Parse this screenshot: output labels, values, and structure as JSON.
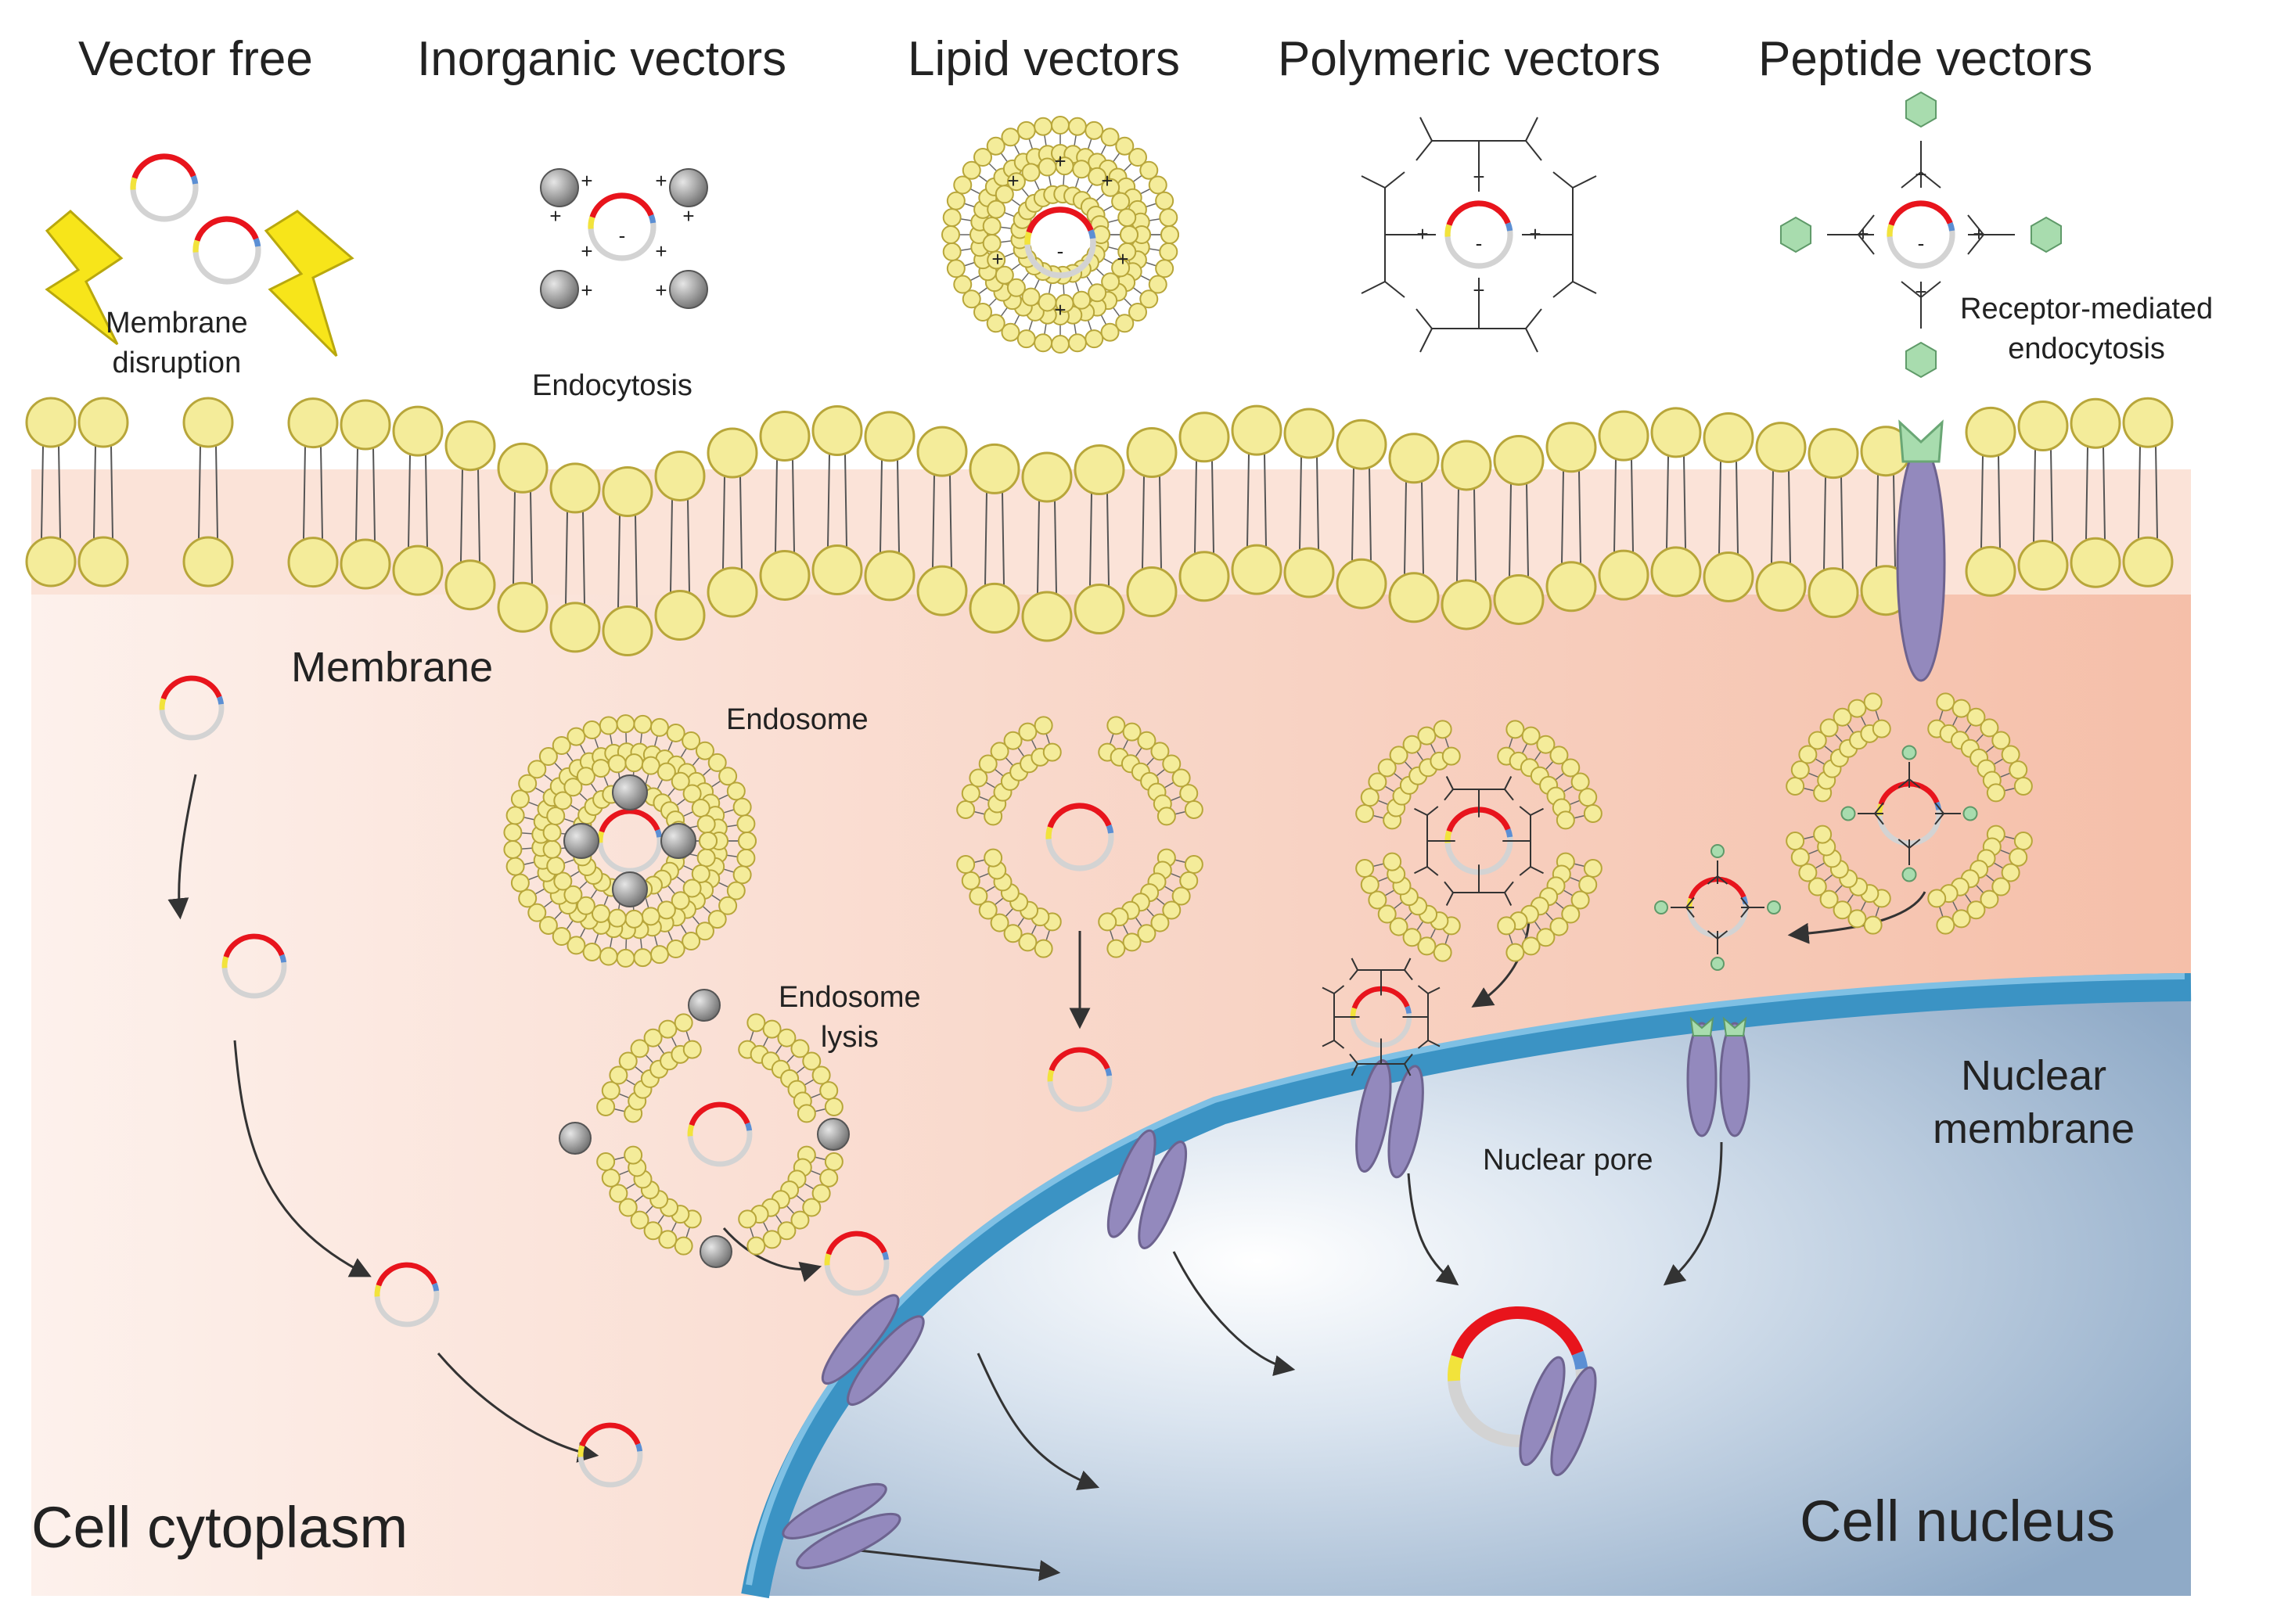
{
  "headers": {
    "vector_free": "Vector free",
    "inorganic": "Inorganic vectors",
    "lipid": "Lipid vectors",
    "polymeric": "Polymeric vectors",
    "peptide": "Peptide vectors"
  },
  "labels": {
    "membrane_disruption_1": "Membrane",
    "membrane_disruption_2": "disruption",
    "endocytosis": "Endocytosis",
    "receptor_1": "Receptor-mediated",
    "receptor_2": "endocytosis",
    "membrane": "Membrane",
    "endosome": "Endosome",
    "endosome_lysis_1": "Endosome",
    "endosome_lysis_2": "lysis",
    "nuclear_pore": "Nuclear pore",
    "nuclear_membrane_1": "Nuclear",
    "nuclear_membrane_2": "membrane",
    "cell_cytoplasm": "Cell cytoplasm",
    "cell_nucleus": "Cell nucleus"
  },
  "charges": {
    "positive": "+",
    "negative": "-"
  },
  "colors": {
    "lipid_head": "#f4ec9a",
    "lipid_stroke": "#b8a63a",
    "cytoplasm": "#f6c9b9",
    "nucleus": "#9fb5cf",
    "nuclear_envelope": "#3b93c4",
    "receptor": "#9389bd",
    "plasmid_gene": "#e8141c",
    "plasmid_backbone": "#d3d3d3",
    "lightning": "#f7e51a",
    "peptide_ligand": "#a8dcae",
    "nanoparticle": "#8c8c8c"
  }
}
